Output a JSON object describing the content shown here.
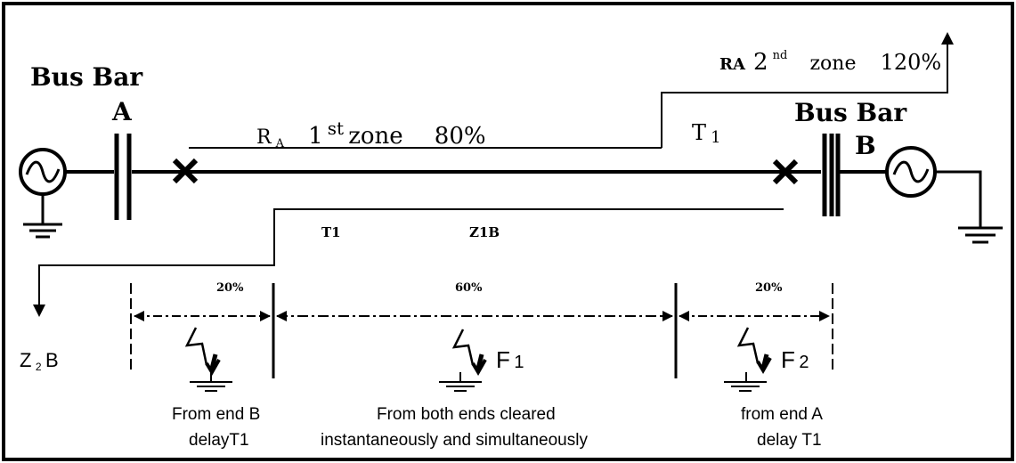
{
  "bus_a": {
    "title": "Bus Bar",
    "letter": "A"
  },
  "bus_b": {
    "title": "Bus Bar",
    "letter": "B"
  },
  "zone1": {
    "relay": "R",
    "relay_sub": "A",
    "ordinal": "1",
    "ordinal_sup": "st",
    "word": "zone",
    "percent": "80%"
  },
  "zone2": {
    "relay": "RA",
    "ordinal": "2",
    "ordinal_sup": "nd",
    "word": "zone",
    "percent": "120%"
  },
  "t1_upper": {
    "main": "T",
    "sub": "1"
  },
  "t1_lower": "T1",
  "z1b": "Z1B",
  "z2b": {
    "main": "Z",
    "sub": "2",
    "tail": "B"
  },
  "segments": {
    "left": "20%",
    "middle": "60%",
    "right": "20%"
  },
  "faults": {
    "f1": {
      "main": "F",
      "sub": "1"
    },
    "f2": {
      "main": "F",
      "sub": "2"
    }
  },
  "notes": {
    "left_line1": "From end B",
    "left_line2": "delayT1",
    "middle_line1": "From both ends cleared",
    "middle_line2": "instantaneously and simultaneously",
    "right_line1": "from end A",
    "right_line2": "delay T1"
  }
}
